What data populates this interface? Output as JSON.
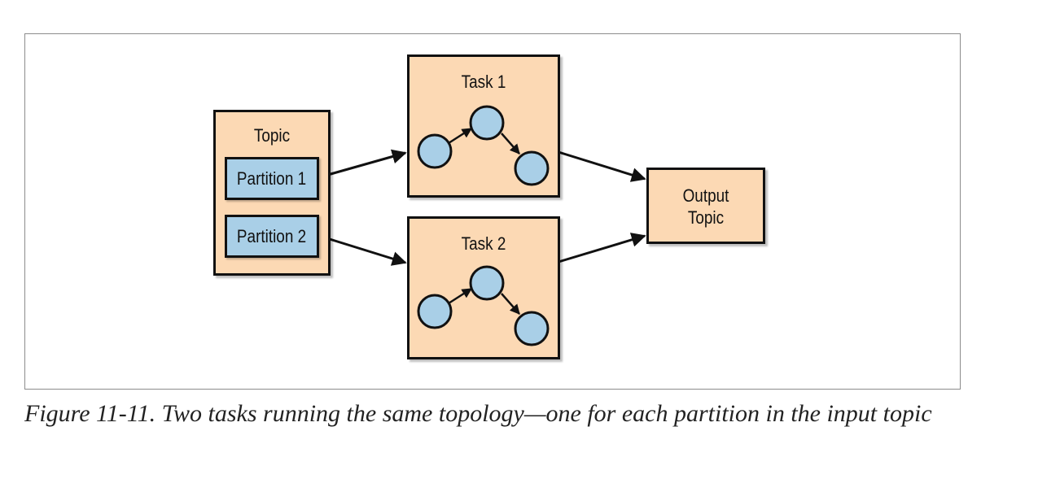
{
  "diagram": {
    "topic": {
      "title": "Topic",
      "partitions": [
        "Partition 1",
        "Partition 2"
      ]
    },
    "tasks": [
      {
        "title": "Task 1"
      },
      {
        "title": "Task 2"
      }
    ],
    "output": {
      "line1": "Output",
      "line2": "Topic"
    },
    "colors": {
      "box_fill": "#fcd9b4",
      "partition_fill": "#a9cfe7",
      "node_fill": "#a9cfe7",
      "stroke": "#111111"
    }
  },
  "caption": {
    "text": "Figure 11-11. Two tasks running the same topology—one for each partition in the input topic"
  }
}
